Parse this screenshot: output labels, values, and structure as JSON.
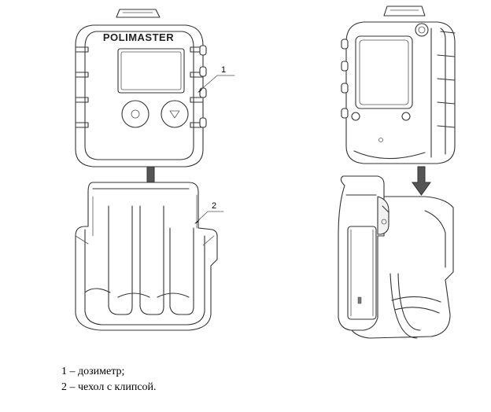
{
  "figure": {
    "brand_logo": "POLIMASTER",
    "callouts": [
      {
        "label": "1"
      },
      {
        "label": "2"
      }
    ],
    "legend": [
      {
        "text": "1 – дозиметр;"
      },
      {
        "text": "2 – чехол с клипсой."
      }
    ],
    "icons": [
      "down-arrow-icon",
      "circle-button-icon",
      "triangle-down-button-icon"
    ]
  }
}
